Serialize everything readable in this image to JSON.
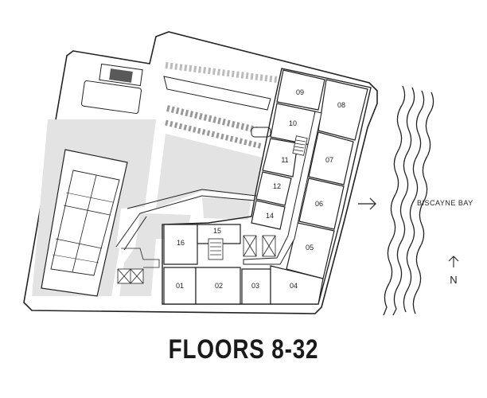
{
  "title": "FLOORS 8-32",
  "compass_label": "N",
  "bay_label": "BISCAYNE BAY",
  "units": [
    {
      "id": "01",
      "label": "01"
    },
    {
      "id": "02",
      "label": "02"
    },
    {
      "id": "03",
      "label": "03"
    },
    {
      "id": "04",
      "label": "04"
    },
    {
      "id": "05",
      "label": "05"
    },
    {
      "id": "06",
      "label": "06"
    },
    {
      "id": "07",
      "label": "07"
    },
    {
      "id": "08",
      "label": "08"
    },
    {
      "id": "09",
      "label": "09"
    },
    {
      "id": "10",
      "label": "10"
    },
    {
      "id": "11",
      "label": "11"
    },
    {
      "id": "12",
      "label": "12"
    },
    {
      "id": "14",
      "label": "14"
    },
    {
      "id": "15",
      "label": "15"
    },
    {
      "id": "16",
      "label": "16"
    }
  ],
  "colors": {
    "outline": "#222222",
    "green_area": "#e3e3e3",
    "background": "#ffffff"
  }
}
